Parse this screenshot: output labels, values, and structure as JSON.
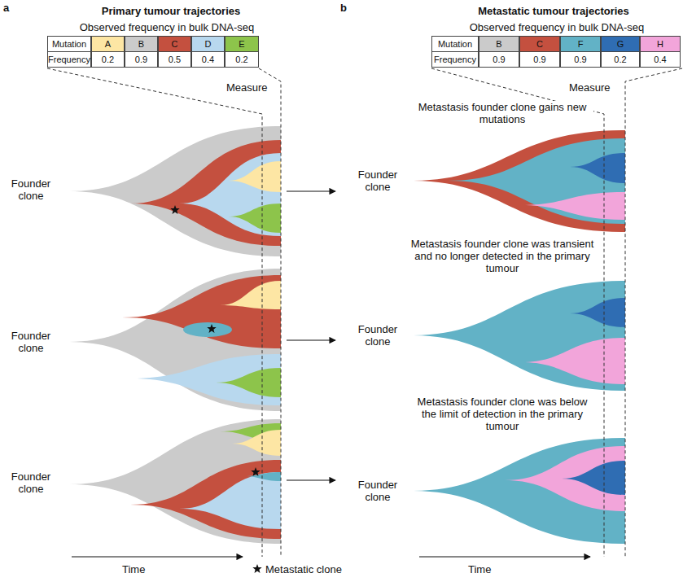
{
  "diagram": {
    "labels": [
      "a",
      "Primary tumour trajectories",
      "Observed frequency in bulk DNA-seq",
      "Mutation",
      "A",
      "B",
      "C",
      "D",
      "E",
      "Frequency",
      "0.2",
      "0.9",
      "0.5",
      "0.4",
      "0.2",
      "b",
      "Metastatic tumour trajectories",
      "Observed frequency in bulk DNA-seq",
      "Mutation",
      "B",
      "C",
      "F",
      "G",
      "H",
      "Frequency",
      "0.9",
      "0.9",
      "0.9",
      "0.2",
      "0.4",
      "Measure",
      "Measure",
      "Metastasis founder clone gains new mutations",
      "Metastasis founder clone was transient and no longer detected in the primary tumour",
      "Metastasis founder clone was below the limit of detection in the primary tumour",
      "Founder clone",
      "Founder clone",
      "Founder clone",
      "Founder clone",
      "Founder clone",
      "Founder clone",
      "Time",
      "Time"
    ],
    "legend": [
      {
        "text": "Metastatic clone"
      }
    ]
  }
}
